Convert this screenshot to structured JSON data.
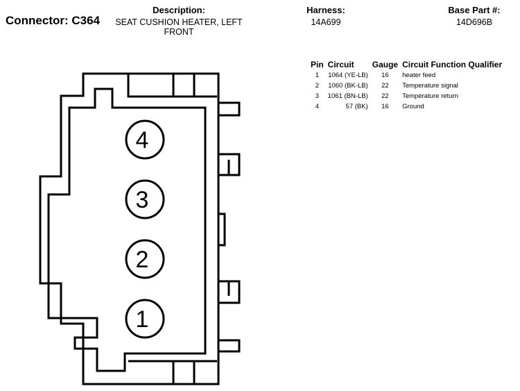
{
  "connector": {
    "label": "Connector: C364"
  },
  "description": {
    "header": "Description:",
    "value": "SEAT CUSHION HEATER, LEFT FRONT"
  },
  "harness": {
    "header": "Harness:",
    "value": "14A699"
  },
  "base_part": {
    "header": "Base Part #:",
    "value": "14D696B"
  },
  "pin_table": {
    "headers": {
      "pin": "Pin",
      "circuit": "Circuit",
      "gauge": "Gauge",
      "function": "Circuit Function Qualifier"
    },
    "rows": [
      {
        "pin": "1",
        "circuit": "1064 (YE-LB)",
        "gauge": "16",
        "function": "heater feed"
      },
      {
        "pin": "2",
        "circuit": "1060 (BK-LB)",
        "gauge": "22",
        "function": "Temperature signal"
      },
      {
        "pin": "3",
        "circuit": "1061 (BN-LB)",
        "gauge": "22",
        "function": "Temperature return"
      },
      {
        "pin": "4",
        "circuit": "57 (BK)",
        "gauge": "16",
        "function": "Ground"
      }
    ]
  },
  "diagram": {
    "pin_labels": [
      "4",
      "3",
      "2",
      "1"
    ]
  }
}
